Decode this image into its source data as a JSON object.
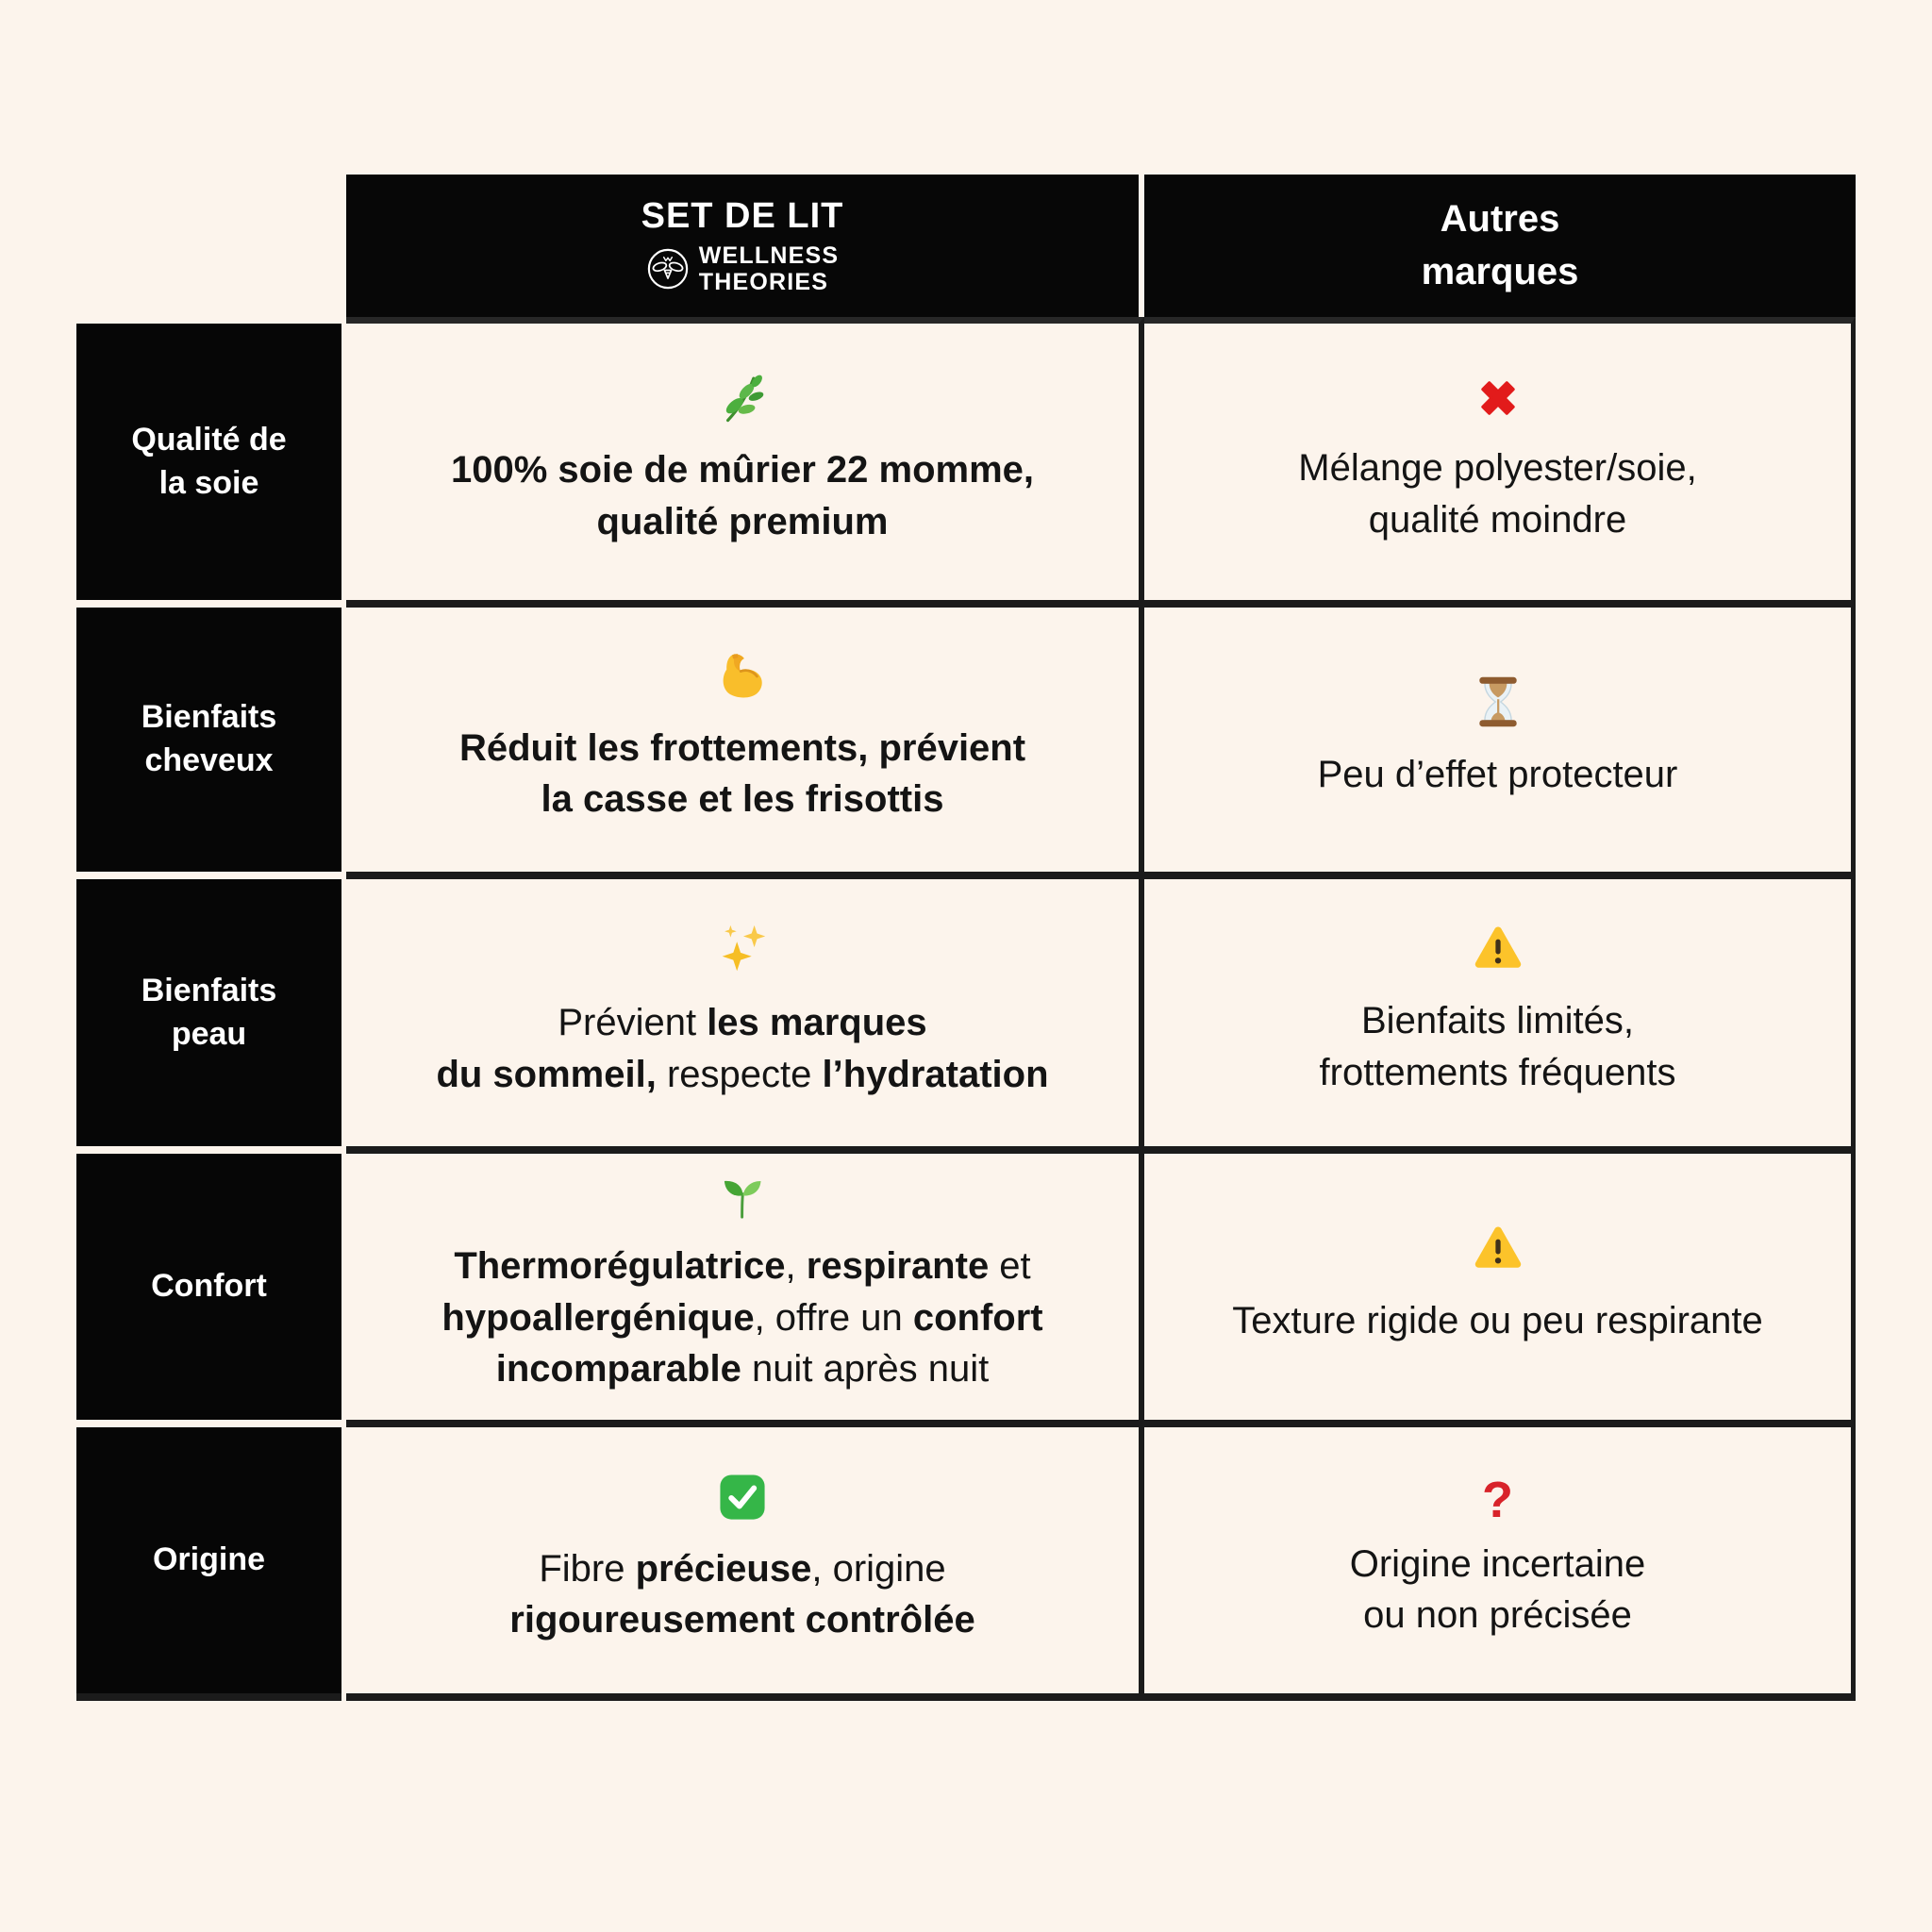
{
  "page": {
    "background_color": "#FCF4EC",
    "border_color": "#1B1B1B",
    "panel_color": "#070707"
  },
  "header": {
    "brand": {
      "title": "SET DE LIT",
      "logo_icon": "bee-logo-icon",
      "name_line1": "WELLNESS",
      "name_line2": "THEORIES"
    },
    "others": {
      "line1": "Autres",
      "line2": "marques"
    }
  },
  "colors": {
    "cross_red": "#E21B1B",
    "question_red": "#D8232A",
    "warning_yellow": "#FCC32A",
    "check_green": "#35B648",
    "herb_green": "#4CAF3E",
    "biceps_gold": "#F9BE2B",
    "hourglass_brown": "#8E5B2F",
    "sparkle_gold": "#F6BE25"
  },
  "rows": [
    {
      "label_lines": [
        [
          "Qualité de"
        ],
        [
          "la soie"
        ]
      ],
      "left": {
        "icon": "herb-icon",
        "lines": [
          [
            {
              "t": "100% soie de mûrier 22 momme,",
              "b": true
            }
          ],
          [
            {
              "t": "qualité premium",
              "b": true
            }
          ]
        ]
      },
      "right": {
        "icon": "cross-mark-icon",
        "lines": [
          [
            {
              "t": "Mélange polyester/soie,",
              "b": false
            }
          ],
          [
            {
              "t": "qualité moindre",
              "b": false
            }
          ]
        ]
      }
    },
    {
      "label_lines": [
        [
          "Bienfaits"
        ],
        [
          "cheveux"
        ]
      ],
      "left": {
        "icon": "flexed-biceps-icon",
        "lines": [
          [
            {
              "t": "Réduit les frottements, prévient",
              "b": true
            }
          ],
          [
            {
              "t": "la casse et les frisottis",
              "b": true
            }
          ]
        ]
      },
      "right": {
        "icon": "hourglass-icon",
        "lines": [
          [
            {
              "t": "Peu d’effet protecteur",
              "b": false
            }
          ]
        ]
      }
    },
    {
      "label_lines": [
        [
          "Bienfaits"
        ],
        [
          "peau"
        ]
      ],
      "left": {
        "icon": "sparkles-icon",
        "lines": [
          [
            {
              "t": "Prévient ",
              "b": false
            },
            {
              "t": "les marques",
              "b": true
            }
          ],
          [
            {
              "t": "du sommeil,",
              "b": true
            },
            {
              "t": " respecte ",
              "b": false
            },
            {
              "t": "l’hydratation",
              "b": true
            }
          ]
        ]
      },
      "right": {
        "icon": "warning-icon",
        "lines": [
          [
            {
              "t": "Bienfaits limités,",
              "b": false
            }
          ],
          [
            {
              "t": "frottements fréquents",
              "b": false
            }
          ]
        ]
      }
    },
    {
      "label_lines": [
        [
          "Confort"
        ]
      ],
      "left": {
        "icon": "seedling-icon",
        "lines": [
          [
            {
              "t": "Thermorégulatrice",
              "b": true
            },
            {
              "t": ", ",
              "b": false
            },
            {
              "t": "respirante",
              "b": true
            },
            {
              "t": " et",
              "b": false
            }
          ],
          [
            {
              "t": "hypoallergénique",
              "b": true
            },
            {
              "t": ", offre un ",
              "b": false
            },
            {
              "t": "confort",
              "b": true
            }
          ],
          [
            {
              "t": "incomparable",
              "b": true
            },
            {
              "t": " nuit après nuit",
              "b": false
            }
          ]
        ]
      },
      "right": {
        "icon": "warning-icon",
        "lines": [
          [
            {
              "t": "Texture rigide ou peu respirante",
              "b": false
            }
          ]
        ]
      }
    },
    {
      "label_lines": [
        [
          "Origine"
        ]
      ],
      "left": {
        "icon": "check-mark-button-icon",
        "lines": [
          [
            {
              "t": "Fibre ",
              "b": false
            },
            {
              "t": "précieuse",
              "b": true
            },
            {
              "t": ", origine",
              "b": false
            }
          ],
          [
            {
              "t": "rigoureusement contrôlée",
              "b": true
            }
          ]
        ]
      },
      "right": {
        "icon": "red-question-mark-icon",
        "icon_char": "?",
        "lines": [
          [
            {
              "t": "Origine incertaine",
              "b": false
            }
          ],
          [
            {
              "t": "ou non précisée",
              "b": false
            }
          ]
        ]
      }
    }
  ]
}
